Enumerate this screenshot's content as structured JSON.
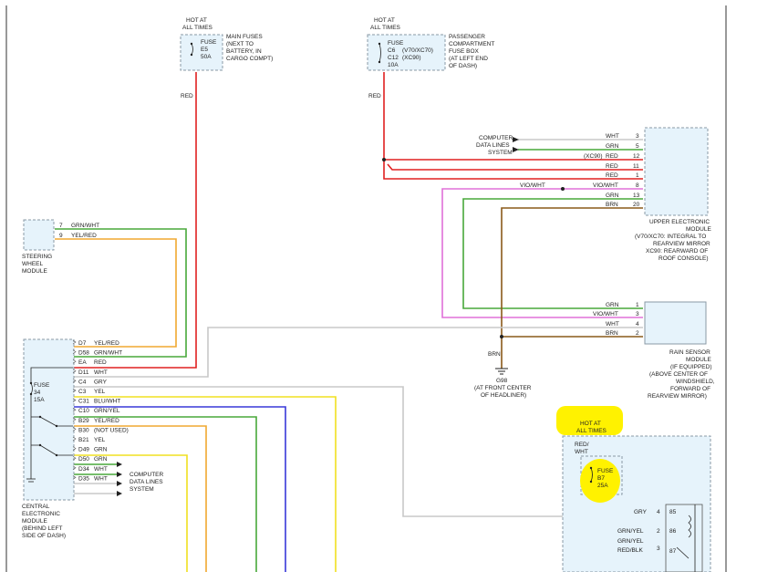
{
  "colors": {
    "red": "#e02020",
    "green": "#48a83a",
    "yellow": "#f0e020",
    "orange": "#f0a830",
    "white": "#c8c8c8",
    "blue": "#3838d8",
    "brown": "#8a5a1a",
    "violet": "#e070d8",
    "highlight": "#fff200",
    "panel": "#e6f3fb"
  },
  "top": {
    "hot1": [
      "HOT AT",
      "ALL TIMES"
    ],
    "fuse1": [
      "FUSE",
      "E5",
      "50A"
    ],
    "main_fuses": [
      "MAIN FUSES",
      "(NEXT TO",
      "BATTERY, IN",
      "CARGO COMPT)"
    ],
    "hot2": [
      "HOT AT",
      "ALL TIMES"
    ],
    "fuse2": [
      "FUSE",
      "C6",
      "C12",
      "10A"
    ],
    "fuse2_models": [
      "(V70/XC70)",
      "(XC90)"
    ],
    "pcfb": [
      "PASSENGER",
      "COMPARTMENT",
      "FUSE BOX",
      "(AT LEFT END",
      "OF DASH)"
    ],
    "red1": "RED",
    "red2": "RED"
  },
  "cdls": [
    "COMPUTER",
    "DATA LINES",
    "SYSTEM"
  ],
  "uem": {
    "wires": [
      {
        "color": "WHT",
        "pin": "3"
      },
      {
        "color": "GRN",
        "pin": "5"
      },
      {
        "color": "RED",
        "pin": "12"
      },
      {
        "color": "RED",
        "pin": "11"
      },
      {
        "color": "RED",
        "pin": "1"
      },
      {
        "color": "VIO/WHT",
        "pin": "8"
      },
      {
        "color": "GRN",
        "pin": "13"
      },
      {
        "color": "BRN",
        "pin": "20"
      }
    ],
    "xc90": "(XC90)",
    "vio_left": "VIO/WHT",
    "label": [
      "UPPER ELECTRONIC",
      "MODULE",
      "(V70/XC70: INTEGRAL TO",
      "REARVIEW MIRROR",
      "XC90: REARWARD OF",
      "ROOF CONSOLE)"
    ]
  },
  "rain": {
    "wires": [
      {
        "color": "GRN",
        "pin": "1"
      },
      {
        "color": "VIO/WHT",
        "pin": "3"
      },
      {
        "color": "WHT",
        "pin": "4"
      },
      {
        "color": "BRN",
        "pin": "2"
      }
    ],
    "label": [
      "RAIN SENSOR",
      "MODULE",
      "(IF EQUIPPED)",
      "(ABOVE CENTER OF",
      "WINDSHIELD,",
      "FORWARD OF",
      "REARVIEW MIRROR)"
    ]
  },
  "ground": {
    "brn": "BRN",
    "id": "G98",
    "label": [
      "(AT FRONT CENTER",
      "OF HEADLINER)"
    ]
  },
  "steering": {
    "wires": [
      {
        "pin": "7",
        "color": "GRN/WHT"
      },
      {
        "pin": "9",
        "color": "YEL/RED"
      }
    ],
    "label": [
      "STEERING",
      "WHEEL",
      "MODULE"
    ]
  },
  "cem": {
    "pins": [
      {
        "pin": "D7",
        "color": "YEL/RED"
      },
      {
        "pin": "D58",
        "color": "GRN/WHT"
      },
      {
        "pin": "EA",
        "color": "RED"
      },
      {
        "pin": "D11",
        "color": "WHT"
      },
      {
        "pin": "C4",
        "color": "GRY"
      },
      {
        "pin": "C3",
        "color": "YEL"
      },
      {
        "pin": "C31",
        "color": "BLU/WHT"
      },
      {
        "pin": "C10",
        "color": "GRN/YEL"
      },
      {
        "pin": "B29",
        "color": "YEL/RED"
      },
      {
        "pin": "B30",
        "color": "(NOT USED)"
      },
      {
        "pin": "B21",
        "color": "YEL"
      },
      {
        "pin": "D49",
        "color": "GRN"
      },
      {
        "pin": "D50",
        "color": "GRN"
      },
      {
        "pin": "D34",
        "color": "WHT"
      },
      {
        "pin": "D35",
        "color": "WHT"
      }
    ],
    "fuse": [
      "FUSE",
      "34",
      "15A"
    ],
    "cdls": [
      "COMPUTER",
      "DATA LINES",
      "SYSTEM"
    ],
    "label": [
      "CENTRAL",
      "ELECTRONIC",
      "MODULE",
      "(BEHIND LEFT",
      "SIDE OF DASH)"
    ]
  },
  "relay": {
    "hot": [
      "HOT AT",
      "ALL TIMES"
    ],
    "redwht": [
      "RED/",
      "WHT"
    ],
    "fuse": [
      "FUSE",
      "B7",
      "25A"
    ],
    "wires": [
      {
        "color": "GRY",
        "pin": "4",
        "term": "85"
      },
      {
        "color": "GRN/YEL",
        "pin": "2",
        "term": "86"
      },
      {
        "color": "GRN/YEL",
        "pin": "",
        "term": ""
      },
      {
        "color": "RED/BLK",
        "pin": "3",
        "term": "87"
      }
    ]
  }
}
